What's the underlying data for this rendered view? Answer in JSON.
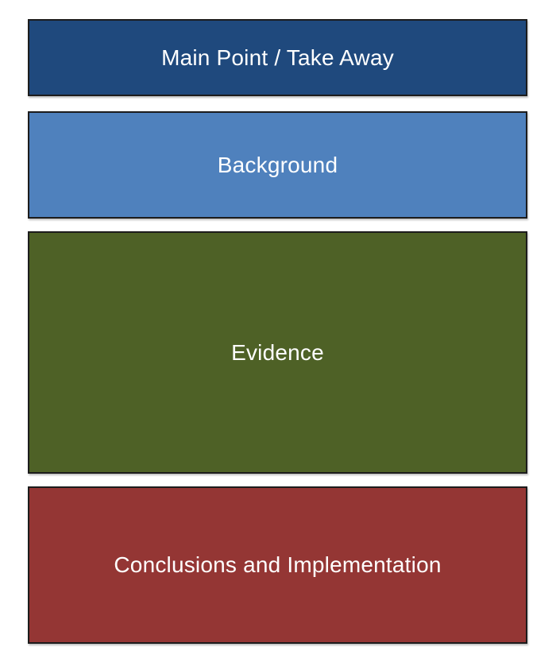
{
  "diagram": {
    "description": "Stacked structure diagram of presentation sections",
    "background_color": "#FFFFFF",
    "border_color": "#1C1C1C",
    "text_color": "#FFFFFF",
    "boxes": [
      {
        "label": "Main Point / Take Away",
        "color": "#1F497D"
      },
      {
        "label": "Background",
        "color": "#4F81BD"
      },
      {
        "label": "Evidence",
        "color": "#4E6126"
      },
      {
        "label": "Conclusions and Implementation",
        "color": "#943634"
      }
    ]
  }
}
